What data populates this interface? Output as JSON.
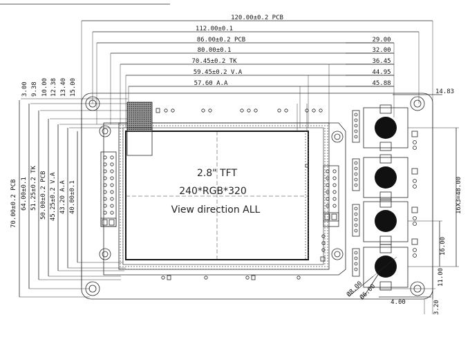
{
  "display_text": {
    "line1": "2.8\" TFT",
    "line2": "240*RGB*320",
    "line3": "View direction ALL"
  },
  "top_dims": {
    "pcb_width": "120.00±0.2 PCB",
    "hole_spacing": "112.00±0.1",
    "pcb_inner": "86.00±0.2 PCB",
    "lcd_outline": "80.00±0.1",
    "tk_width": "70.45±0.2 TK",
    "va_width": "59.45±0.2 V.A",
    "aa_width": "57.60 A.A"
  },
  "right_dims": {
    "d1": "29.00",
    "d2": "32.00",
    "d3": "36.45",
    "d4": "44.95",
    "d5": "45.88",
    "d6": "14.83"
  },
  "left_offsets": [
    "3.00",
    "9.38",
    "10.00",
    "12.38",
    "13.40",
    "15.00"
  ],
  "vertical_dims": {
    "pcb_height": "70.00±0.2 PCB",
    "hole_v": "64.00±0.1",
    "tk_height": "51.25±0.2 TK",
    "pcb_inner_h": "50.00±0.2 PCB",
    "va_height": "45.25±0.2 V.A",
    "aa_height": "43.20 A.A",
    "lcd_h": "40.00±0.1"
  },
  "button_dims": {
    "pitch": "16X3=48.00",
    "spacing": "16.00",
    "bottom": "11.00",
    "width": "4.00",
    "edge": "3.20",
    "dia1": "Ø8.00",
    "dia2": "Ø6.00"
  }
}
